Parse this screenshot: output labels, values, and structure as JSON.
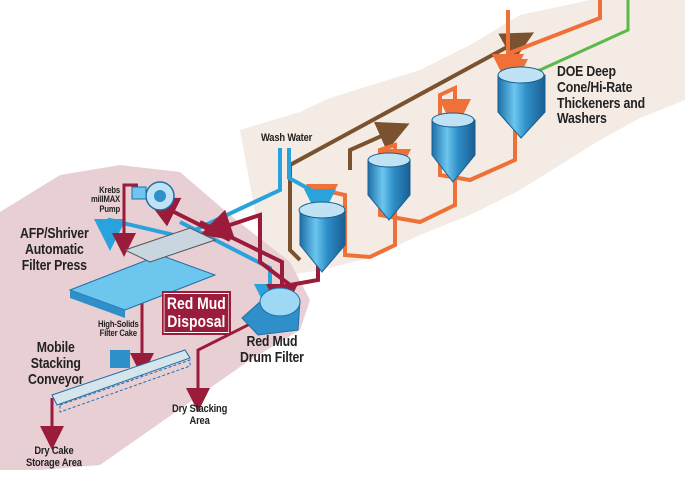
{
  "title": "Red Mud Processing Flow Diagram",
  "labels": {
    "krebs_pump": [
      "Krebs",
      "millMAX",
      "Pump"
    ],
    "filter_press": [
      "AFP/Shriver",
      "Automatic",
      "Filter Press"
    ],
    "high_solids": [
      "High-Solids",
      "Filter Cake"
    ],
    "red_mud_disposal": [
      "Red Mud",
      "Disposal"
    ],
    "mobile_conveyor": [
      "Mobile",
      "Stacking",
      "Conveyor"
    ],
    "drum_filter": [
      "Red Mud",
      "Drum Filter"
    ],
    "dry_stacking": [
      "Dry Stacking",
      "Area"
    ],
    "dry_cake": [
      "Dry Cake",
      "Storage Area"
    ],
    "wash_water": "Wash Water",
    "thickeners": [
      "DOE Deep Cone/Hi-Rate",
      "Thickeners and",
      "Washers"
    ]
  },
  "colors": {
    "zone_pink": "#e8cfd4",
    "zone_beige": "#f3ebe4",
    "mud_line": "#9a1b3a",
    "water_line": "#2aa3dc",
    "underflow_line": "#f07138",
    "overflow_line": "#7a5230",
    "green_line": "#5cb84a",
    "equipment_blue": "#2f8fc8"
  }
}
